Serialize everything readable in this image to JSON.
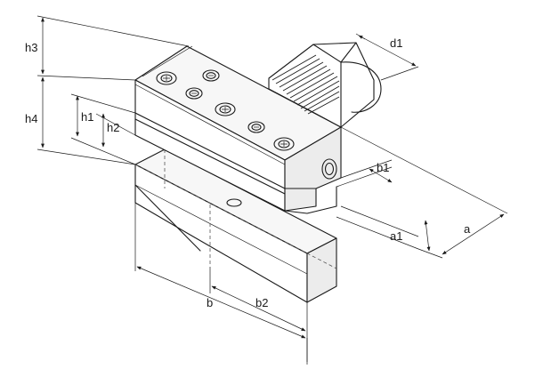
{
  "dimensions": {
    "h3": "h3",
    "h4": "h4",
    "h1": "h1",
    "h2": "h2",
    "d1": "d1",
    "b1": "b1",
    "a1": "a1",
    "a": "a",
    "b": "b",
    "b2": "b2"
  }
}
